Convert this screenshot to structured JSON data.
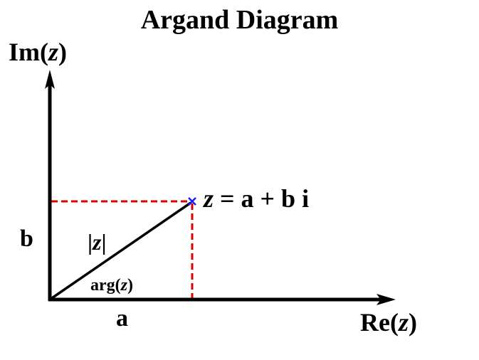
{
  "title": "Argand Diagram",
  "axes": {
    "y_label": {
      "prefix": "Im(",
      "var": "z",
      "suffix": ")"
    },
    "x_label": {
      "prefix": "Re(",
      "var": "z",
      "suffix": ")"
    }
  },
  "point": {
    "equation": {
      "var": "z",
      "rest": " = a + b i"
    },
    "marker": "x-marker",
    "marker_color": "#1a1aff"
  },
  "labels": {
    "imag_component": "b",
    "real_component": "a",
    "modulus": {
      "left": "|",
      "var": "z",
      "right": "|"
    },
    "argument": {
      "prefix": "arg(",
      "var": "z",
      "suffix": ")"
    }
  },
  "colors": {
    "axes": "#000000",
    "vector": "#000000",
    "guides": "#dd0000",
    "marker": "#1a1aff"
  }
}
